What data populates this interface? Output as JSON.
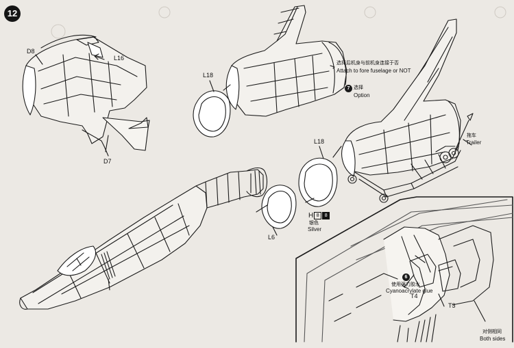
{
  "step": {
    "number": "12"
  },
  "parts": {
    "d8": "D8",
    "l16": "L16",
    "d7": "D7",
    "l18_top": "L18",
    "l18_mid": "L18",
    "l6": "L6",
    "t3": "T3",
    "t4": "T4"
  },
  "attach": {
    "cn": "选择后机身与前机身连接于否",
    "en": "Attach to fore fuselage or NOT"
  },
  "option": {
    "marker": "7",
    "cn": "选择",
    "en": "Option"
  },
  "trailer": {
    "cn": "拖车",
    "en": "Trailer"
  },
  "paint": {
    "code": "H",
    "chip1": "8",
    "chip2": "8",
    "cn": "银色",
    "en": "Silver"
  },
  "glue": {
    "marker": "6",
    "cn": "使用强力胶水",
    "en": "Cyanoacrylate glue"
  },
  "both_sides": {
    "cn": "对侧相同",
    "en": "Both sides"
  }
}
